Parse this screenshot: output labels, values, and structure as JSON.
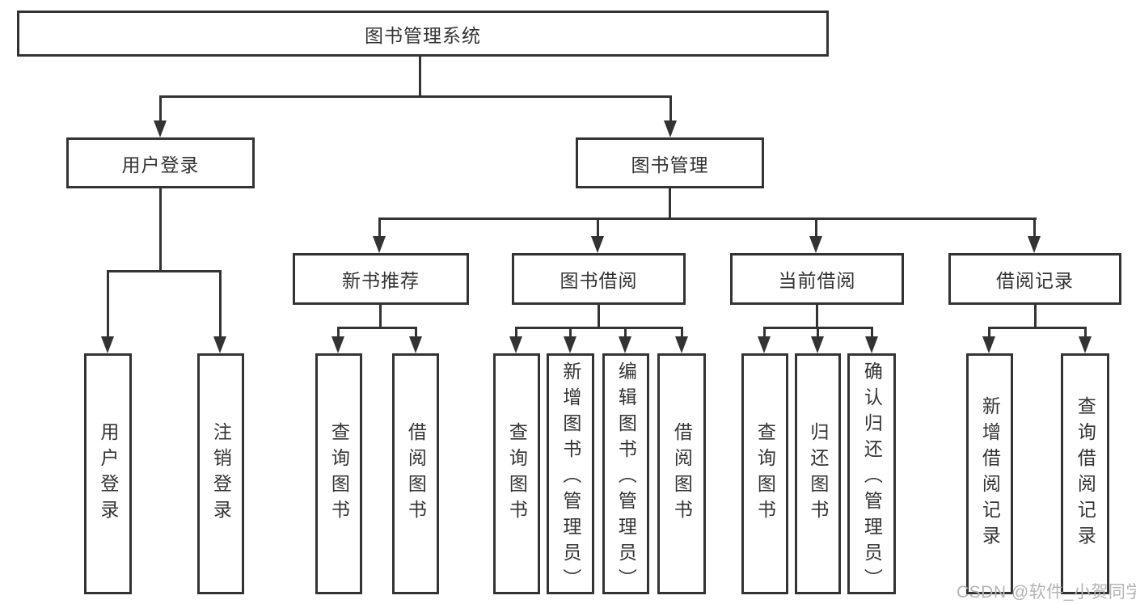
{
  "title": "图书管理系统",
  "watermark": "CSDN @软件_小贺同学",
  "colors": {
    "line": "#333333",
    "text": "#333333",
    "watermark": "#b4b4b4",
    "background": "#ffffff"
  },
  "tree": {
    "root": {
      "label": "图书管理系统",
      "children": [
        {
          "label": "用户登录",
          "children": [
            {
              "label": "用户登录"
            },
            {
              "label": "注销登录"
            }
          ]
        },
        {
          "label": "图书管理",
          "children": [
            {
              "label": "新书推荐",
              "children": [
                {
                  "label": "查询图书"
                },
                {
                  "label": "借阅图书"
                }
              ]
            },
            {
              "label": "图书借阅",
              "children": [
                {
                  "label": "查询图书"
                },
                {
                  "label": "新增图书（管理员）"
                },
                {
                  "label": "编辑图书（管理员）"
                },
                {
                  "label": "借阅图书"
                }
              ]
            },
            {
              "label": "当前借阅",
              "children": [
                {
                  "label": "查询图书"
                },
                {
                  "label": "归还图书"
                },
                {
                  "label": "确认归还（管理员）"
                }
              ]
            },
            {
              "label": "借阅记录",
              "children": [
                {
                  "label": "新增借阅记录"
                },
                {
                  "label": "查询借阅记录"
                }
              ]
            }
          ]
        }
      ]
    }
  }
}
